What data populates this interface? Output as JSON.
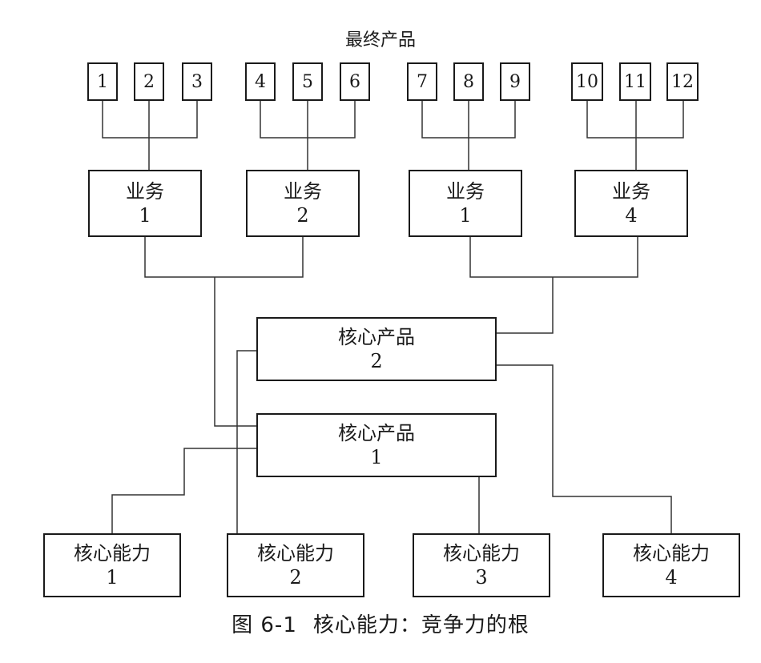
{
  "top_label": "最终产品",
  "final_products": [
    "1",
    "2",
    "3",
    "4",
    "5",
    "6",
    "7",
    "8",
    "9",
    "10",
    "11",
    "12"
  ],
  "businesses": [
    {
      "name": "业务",
      "num": "1"
    },
    {
      "name": "业务",
      "num": "2"
    },
    {
      "name": "业务",
      "num": "1"
    },
    {
      "name": "业务",
      "num": "4"
    }
  ],
  "core_products": [
    {
      "name": "核心产品",
      "num": "2"
    },
    {
      "name": "核心产品",
      "num": "1"
    }
  ],
  "core_competences": [
    {
      "name": "核心能力",
      "num": "1"
    },
    {
      "name": "核心能力",
      "num": "2"
    },
    {
      "name": "核心能力",
      "num": "3"
    },
    {
      "name": "核心能力",
      "num": "4"
    }
  ],
  "caption": {
    "figure": "图 6-1",
    "text": "核心能力：竞争力的根"
  }
}
